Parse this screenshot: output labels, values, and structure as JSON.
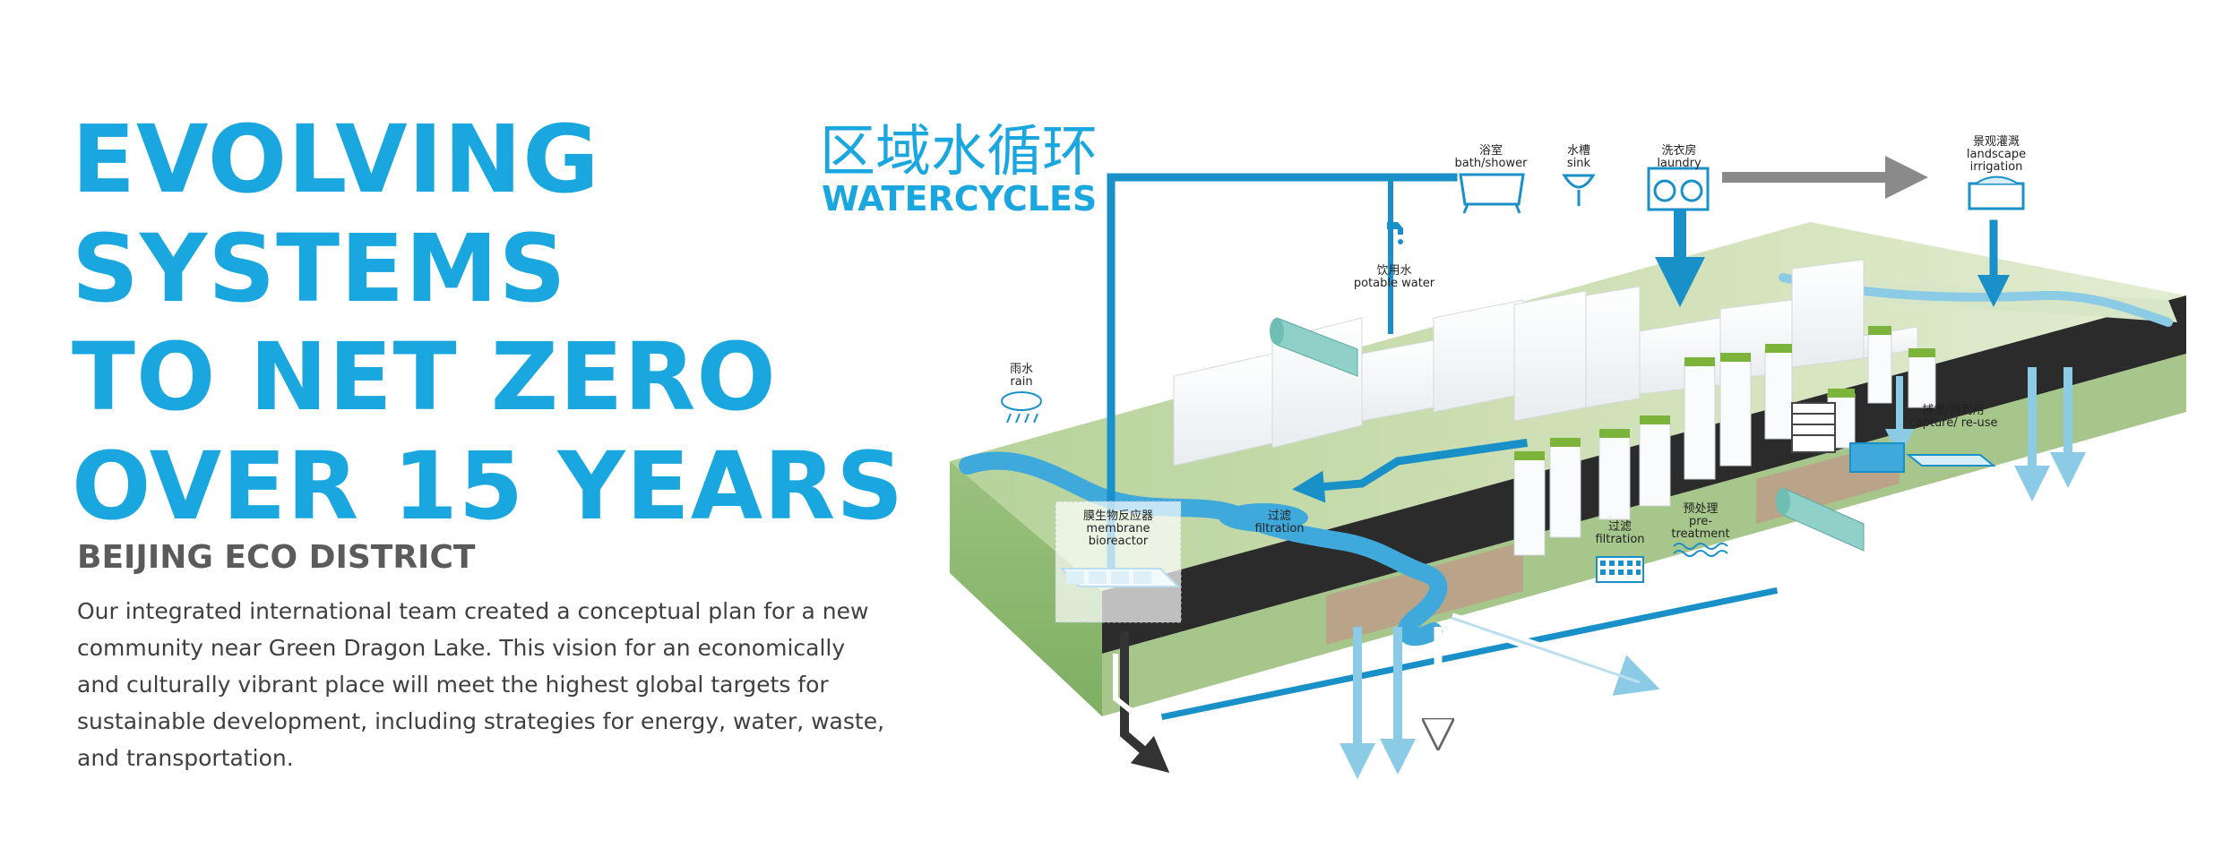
{
  "headline": [
    "EVOLVING",
    "SYSTEMS",
    "TO NET ZERO",
    "OVER 15 YEARS"
  ],
  "subheading": "BEIJING ECO DISTRICT",
  "body_lines": [
    "Our integrated international team created a conceptual plan for a new",
    "community near Green Dragon Lake. This vision for an economically",
    "and culturally vibrant place will meet the highest global targets for",
    "sustainable development, including strategies for energy, water, waste,",
    "and transportation."
  ],
  "diagram": {
    "title_zh": "区域水循环",
    "title_en": "WATERCYCLES",
    "labels": {
      "bath": {
        "zh": "浴室",
        "en": "bath/shower"
      },
      "sink": {
        "zh": "水槽",
        "en": "sink"
      },
      "laundry": {
        "zh": "洗衣房",
        "en": "laundry"
      },
      "irrigation": {
        "zh": "景观灌溉",
        "en": "landscape",
        "en2": "irrigation"
      },
      "potable": {
        "zh": "饮用水",
        "en": "potable water"
      },
      "rain": {
        "zh": "雨水",
        "en": "rain"
      },
      "capture": {
        "zh": "捕集/再利用",
        "en": "capture/ re-use"
      },
      "bioreactor": {
        "zh": "膜生物反应器",
        "en": "membrane",
        "en2": "bioreactor"
      },
      "filtration1": {
        "zh": "过滤",
        "en": "filtration"
      },
      "filtration2": {
        "zh": "过滤",
        "en": "filtration"
      },
      "pretreatment": {
        "zh": "预处理",
        "en": "pre-",
        "en2": "treatment"
      }
    },
    "colors": {
      "pipe": "#1a90c8",
      "water": "#3fa9dc",
      "grey_arrow": "#8a8a8a",
      "dark_arrow": "#333333",
      "light_blue_arrow": "#8ccbe6",
      "ground": "#a8c98a",
      "soil": "#b9a48a",
      "building": "#f2f4f5",
      "roof": "#7cb33b",
      "brand": "#1aa7df"
    },
    "icons": [
      "bathtub-icon",
      "sink-icon",
      "washing-machine-icon",
      "irrigation-icon",
      "faucet-icon",
      "rain-cloud-icon",
      "filter-grid-icon",
      "wave-icon",
      "module-icon"
    ]
  }
}
